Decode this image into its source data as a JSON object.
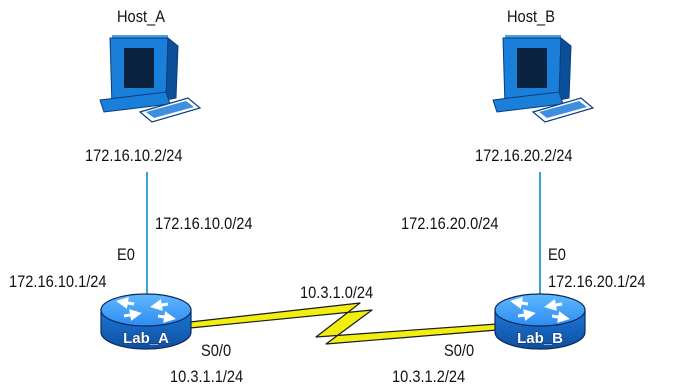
{
  "hosts": {
    "a": {
      "name": "Host_A",
      "ip": "172.16.10.2/24"
    },
    "b": {
      "name": "Host_B",
      "ip": "172.16.20.2/24"
    }
  },
  "lan_a": {
    "network": "172.16.10.0/24"
  },
  "lan_b": {
    "network": "172.16.20.0/24"
  },
  "routers": {
    "a": {
      "name": "Lab_A",
      "eth_if": "E0",
      "eth_ip": "172.16.10.1/24",
      "ser_if": "S0/0",
      "ser_ip": "10.3.1.1/24"
    },
    "b": {
      "name": "Lab_B",
      "eth_if": "E0",
      "eth_ip": "172.16.20.1/24",
      "ser_if": "S0/0",
      "ser_ip": "10.3.1.2/24"
    }
  },
  "wan": {
    "network": "10.3.1.0/24"
  },
  "colors": {
    "link": "#3aa3cf",
    "serial": "#f2ee10",
    "device": "#1a7fd8",
    "device_dark": "#0c4f99"
  }
}
